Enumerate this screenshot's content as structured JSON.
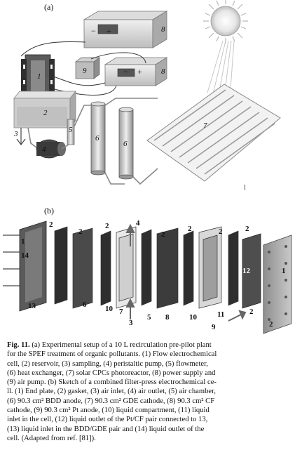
{
  "panels": {
    "a": {
      "label": "(a)",
      "callouts": [
        "1",
        "2",
        "3",
        "4",
        "5",
        "6",
        "6",
        "7",
        "8",
        "8",
        "9"
      ],
      "meter_symbols": [
        "−",
        "+",
        "−",
        "+"
      ],
      "corner_mark": "l"
    },
    "b": {
      "label": "(b)",
      "callouts": [
        "1",
        "14",
        "13",
        "2",
        "2",
        "2",
        "2",
        "2",
        "2",
        "2",
        "2",
        "3",
        "4",
        "5",
        "6",
        "7",
        "8",
        "9",
        "10",
        "10",
        "11",
        "12",
        "1",
        "2"
      ]
    }
  },
  "caption": {
    "fig_label": "Fig. 11.",
    "lines": [
      " (a) Experimental setup of a 10 L recirculation pre-pilot plant",
      "for the SPEF treatment of organic pollutants. (1) Flow electrochemical",
      "cell, (2) reservoir, (3) sampling, (4) peristaltic pump, (5) flowmeter,",
      "(6) heat exchanger, (7) solar CPCs photoreactor, (8) power supply and",
      "(9) air pump. (b) Sketch of a combined filter-press electrochemical ce-",
      "ll. (1) End plate, (2) gasket, (3) air inlet, (4) air outlet, (5) air chamber,",
      "(6) 90.3 cm² BDD anode, (7) 90.3 cm² GDE cathode, (8) 90.3 cm² CF",
      "cathode, (9) 90.3 cm² Pt anode, (10) liquid compartment, (11) liquid",
      "inlet in the cell, (12) liquid outlet of the Pt/CF pair connected to 13,",
      "(13) liquid inlet in the BDD/GDE pair and (14) liquid outlet of the",
      "cell. (Adapted from ref. [81])."
    ]
  }
}
